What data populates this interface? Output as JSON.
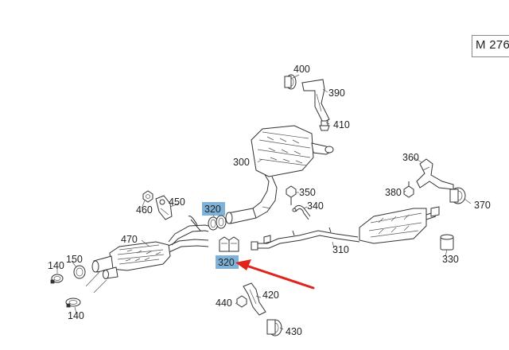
{
  "engine_code": "M 276",
  "part_numbers": {
    "p400": "400",
    "p390": "390",
    "p410": "410",
    "p300": "300",
    "p360": "360",
    "p380": "380",
    "p370": "370",
    "p350": "350",
    "p340": "340",
    "p320_top": "320",
    "p320_bottom": "320",
    "p450": "450",
    "p460": "460",
    "p470": "470",
    "p310": "310",
    "p330": "330",
    "p150": "150",
    "p140_top": "140",
    "p140_bottom": "140",
    "p440": "440",
    "p420": "420",
    "p430": "430"
  },
  "highlight": {
    "labels": [
      "320",
      "320"
    ],
    "color": "#7fb2d9",
    "arrow_color": "#e0241b"
  }
}
